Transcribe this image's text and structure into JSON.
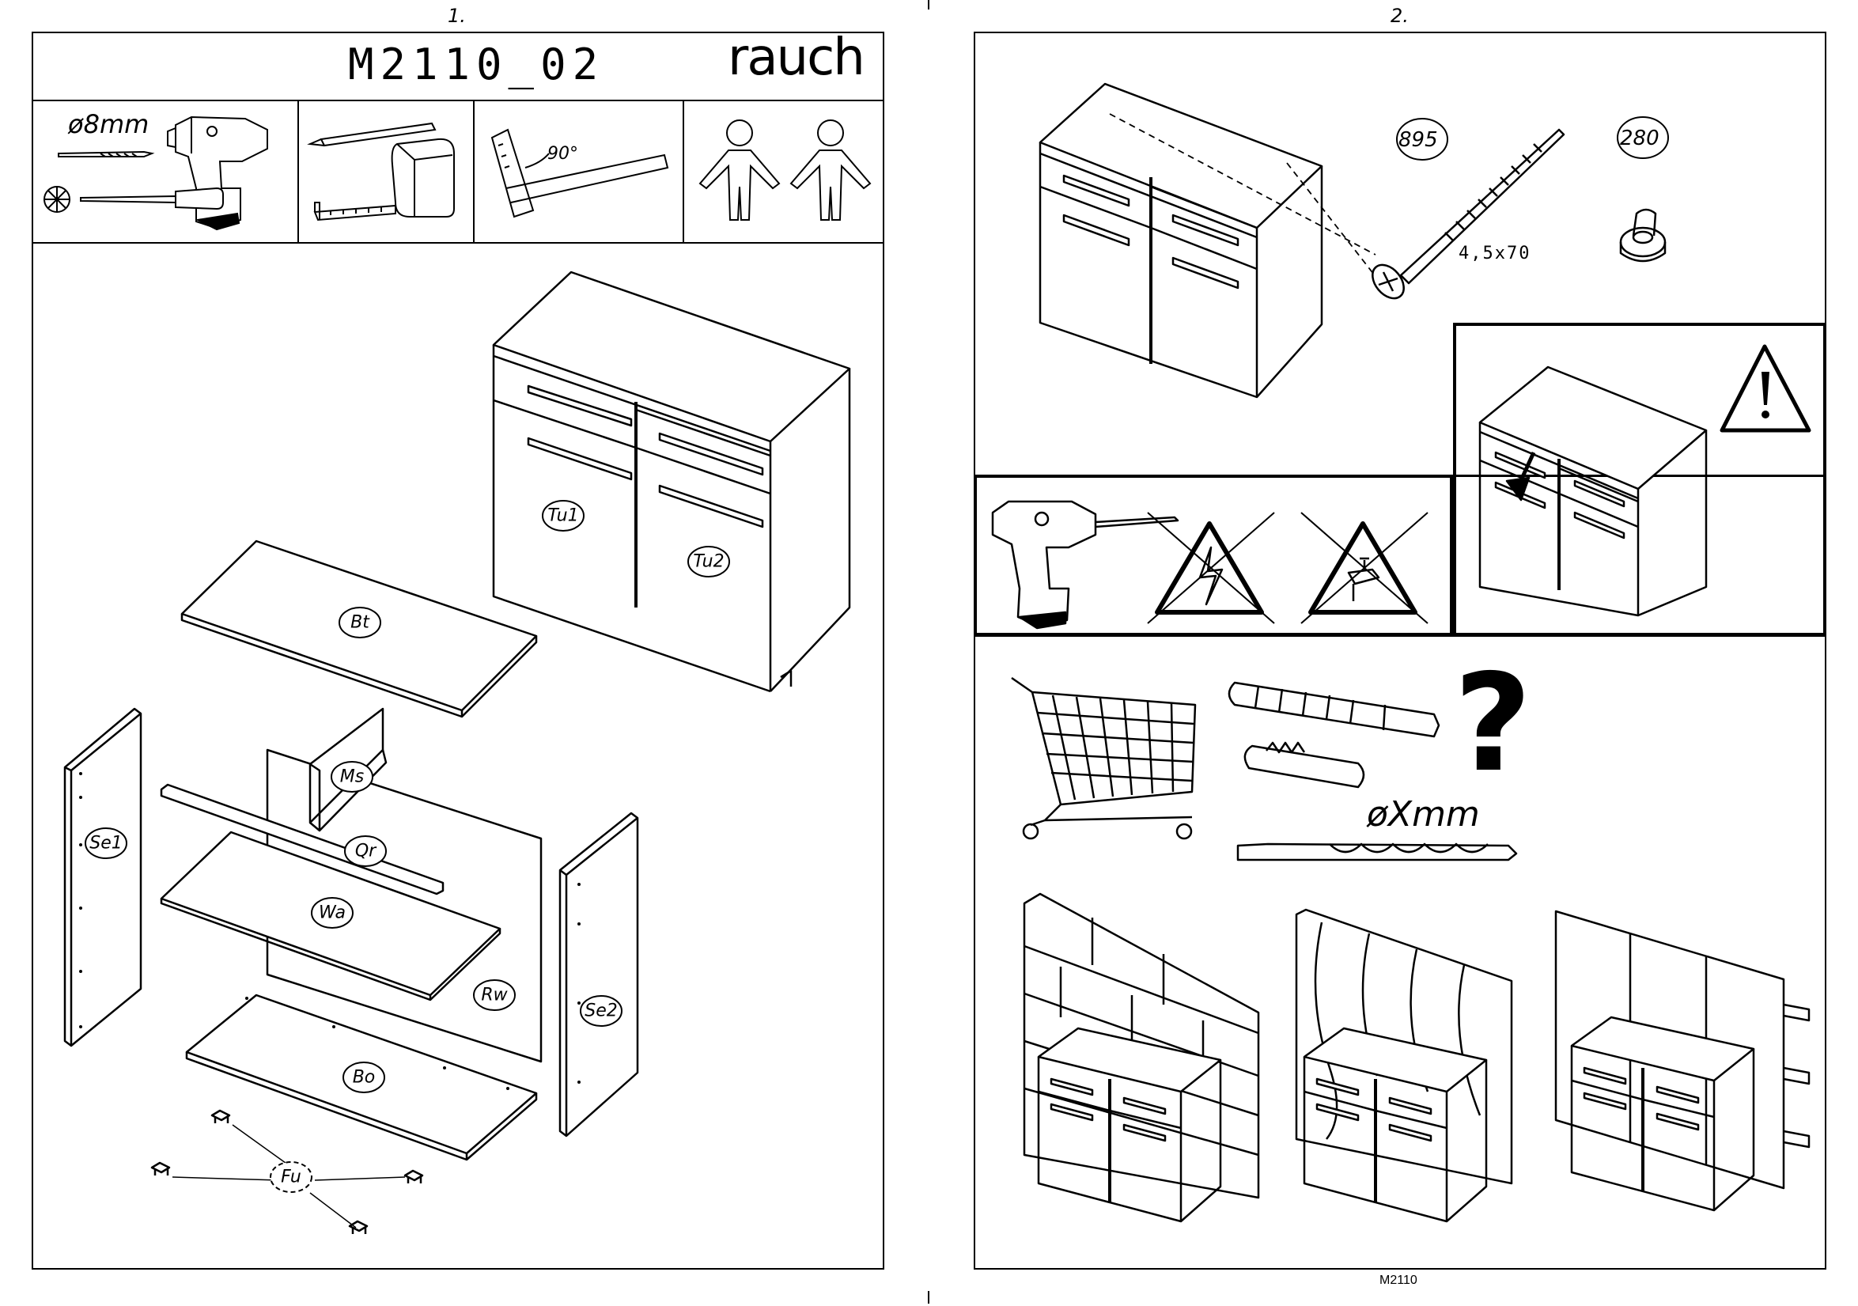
{
  "pages": {
    "left_number": "1.",
    "right_number": "2."
  },
  "header": {
    "model_code": "M2110_02",
    "brand": "rauch"
  },
  "tools": {
    "drill_bit": "ø8mm",
    "angle": "90°"
  },
  "parts": {
    "tu1": "Tu1",
    "tu2": "Tu2",
    "bt": "Bt",
    "ms": "Ms",
    "se1": "Se1",
    "qr": "Qr",
    "wa": "Wa",
    "rw": "Rw",
    "se2": "Se2",
    "bo": "Bo",
    "fu": "Fu"
  },
  "hardware": {
    "screw_id": "895",
    "screw_size": "4,5x70",
    "cap_id": "280"
  },
  "wall_fixing": {
    "question": "?",
    "drill_size": "øXmm"
  },
  "footer": {
    "code": "M2110"
  }
}
